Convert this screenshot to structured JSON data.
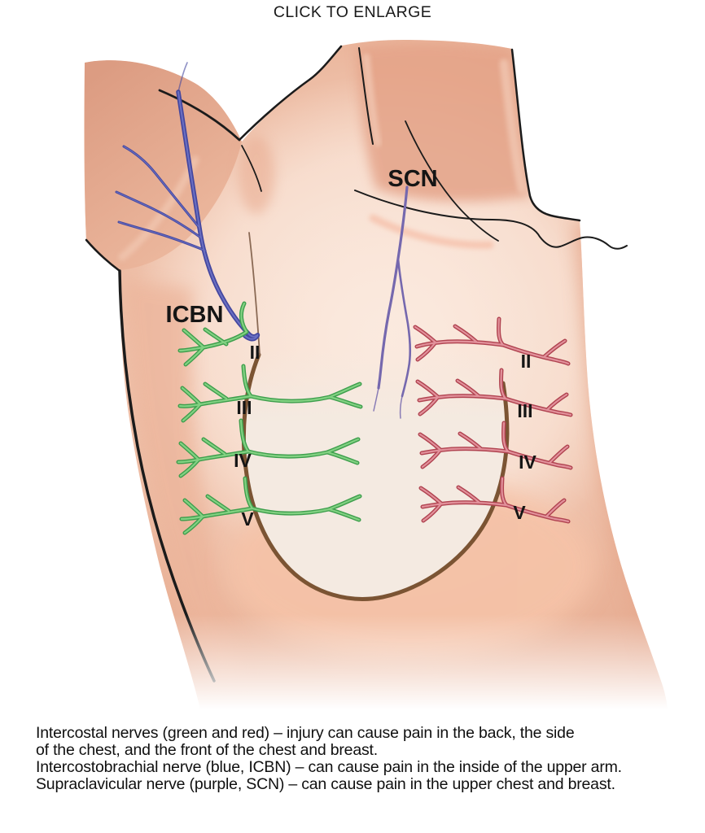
{
  "header": {
    "title": "CLICK TO ENLARGE"
  },
  "illustration": {
    "scn_label": "SCN",
    "icbn_label": "ICBN",
    "left_intercostal_labels": [
      "II",
      "III",
      "IV",
      "V"
    ],
    "right_intercostal_labels": [
      "II",
      "III",
      "IV",
      "V"
    ],
    "colors": {
      "intercostal_green_dark": "#3d9e4c",
      "intercostal_green_light": "#82d182",
      "intercostal_red_dark": "#b04350",
      "intercostal_red_light": "#e2919b",
      "icbn_blue": "#44479f",
      "icbn_blue_light": "#6f74c6",
      "scn_purple": "#7568ae",
      "breast_outline": "#7b5433"
    }
  },
  "caption": {
    "lines": [
      "Intercostal nerves (green and red) – injury can cause pain in the back, the side",
      "of the chest, and the front of the chest and breast.",
      "Intercostobrachial nerve (blue, ICBN) – can cause pain in the inside of the upper arm.",
      "Supraclavicular nerve (purple, SCN) – can cause pain in the upper chest and breast."
    ]
  }
}
